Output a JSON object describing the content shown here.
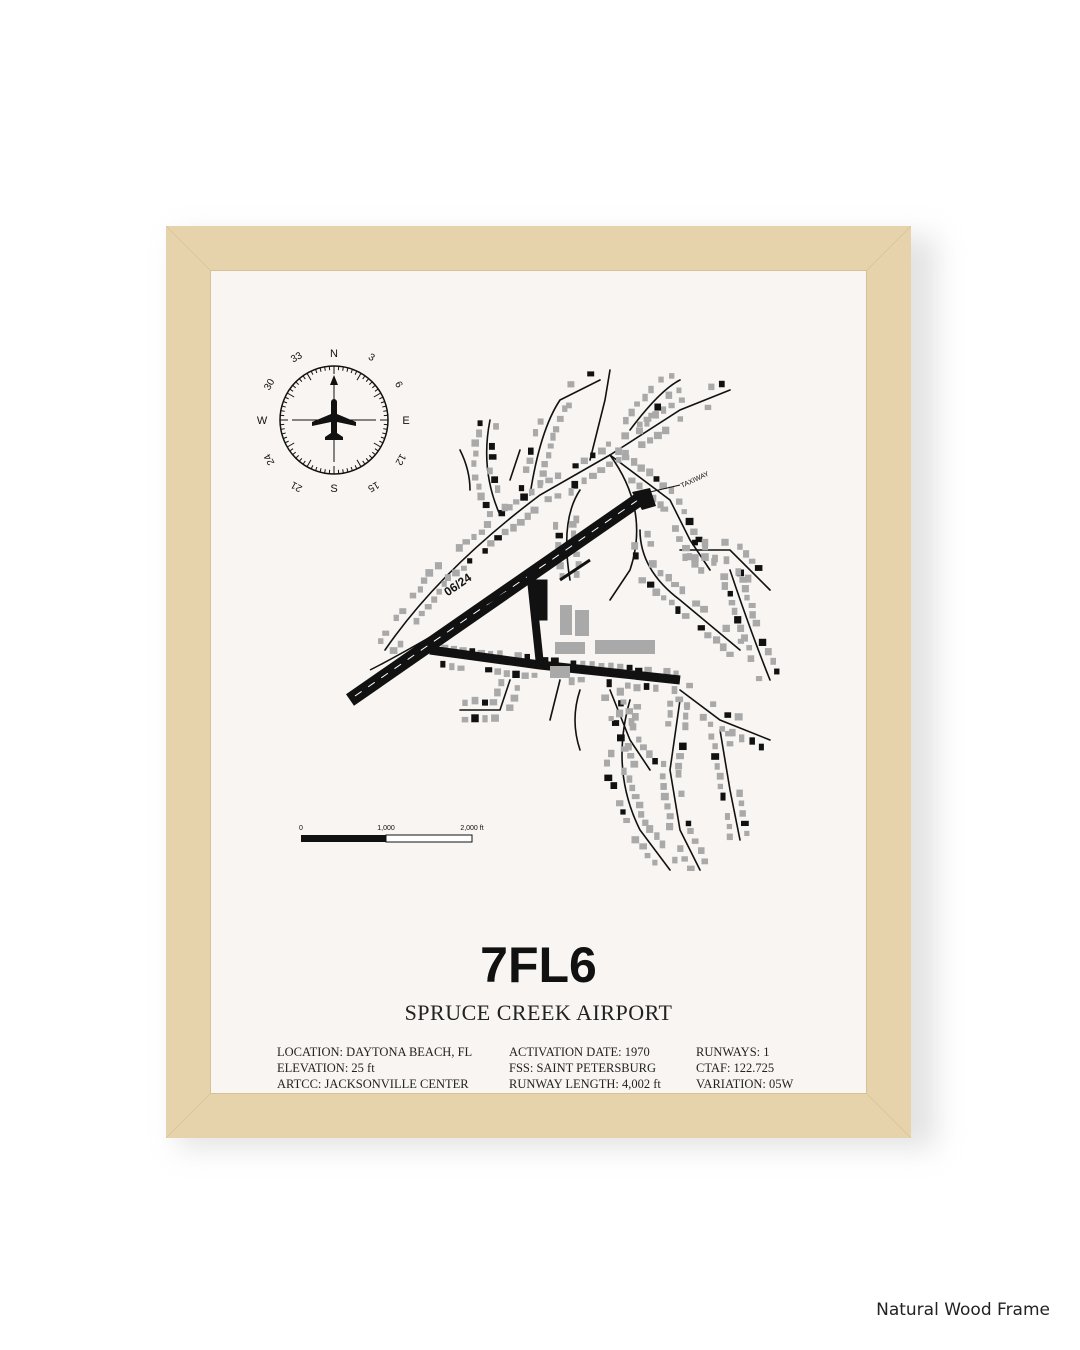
{
  "poster": {
    "code": "7FL6",
    "name": "SPRUCE CREEK AIRPORT",
    "runway_label": "06/24",
    "taxiway_label": "TAXIWAY",
    "compass": {
      "cardinals": [
        "N",
        "E",
        "S",
        "W"
      ],
      "degree_labels": [
        "3",
        "6",
        "12",
        "15",
        "21",
        "24",
        "30",
        "33"
      ]
    },
    "scale": {
      "labels": [
        "0",
        "1,000",
        "2,000 ft"
      ]
    },
    "info_columns": [
      [
        "LOCATION: DAYTONA BEACH, FL",
        "ELEVATION: 25 ft",
        "ARTCC: JACKSONVILLE CENTER"
      ],
      [
        "ACTIVATION DATE: 1970",
        "FSS: SAINT PETERSBURG",
        "RUNWAY LENGTH: 4,002 ft"
      ],
      [
        "RUNWAYS: 1",
        "CTAF: 122.725",
        "VARIATION: 05W"
      ]
    ]
  },
  "caption": "Natural Wood Frame",
  "colors": {
    "frame": "#e6d3ac",
    "paper": "#f8f5f2",
    "ink": "#111111",
    "building": "#a9a9a9"
  }
}
